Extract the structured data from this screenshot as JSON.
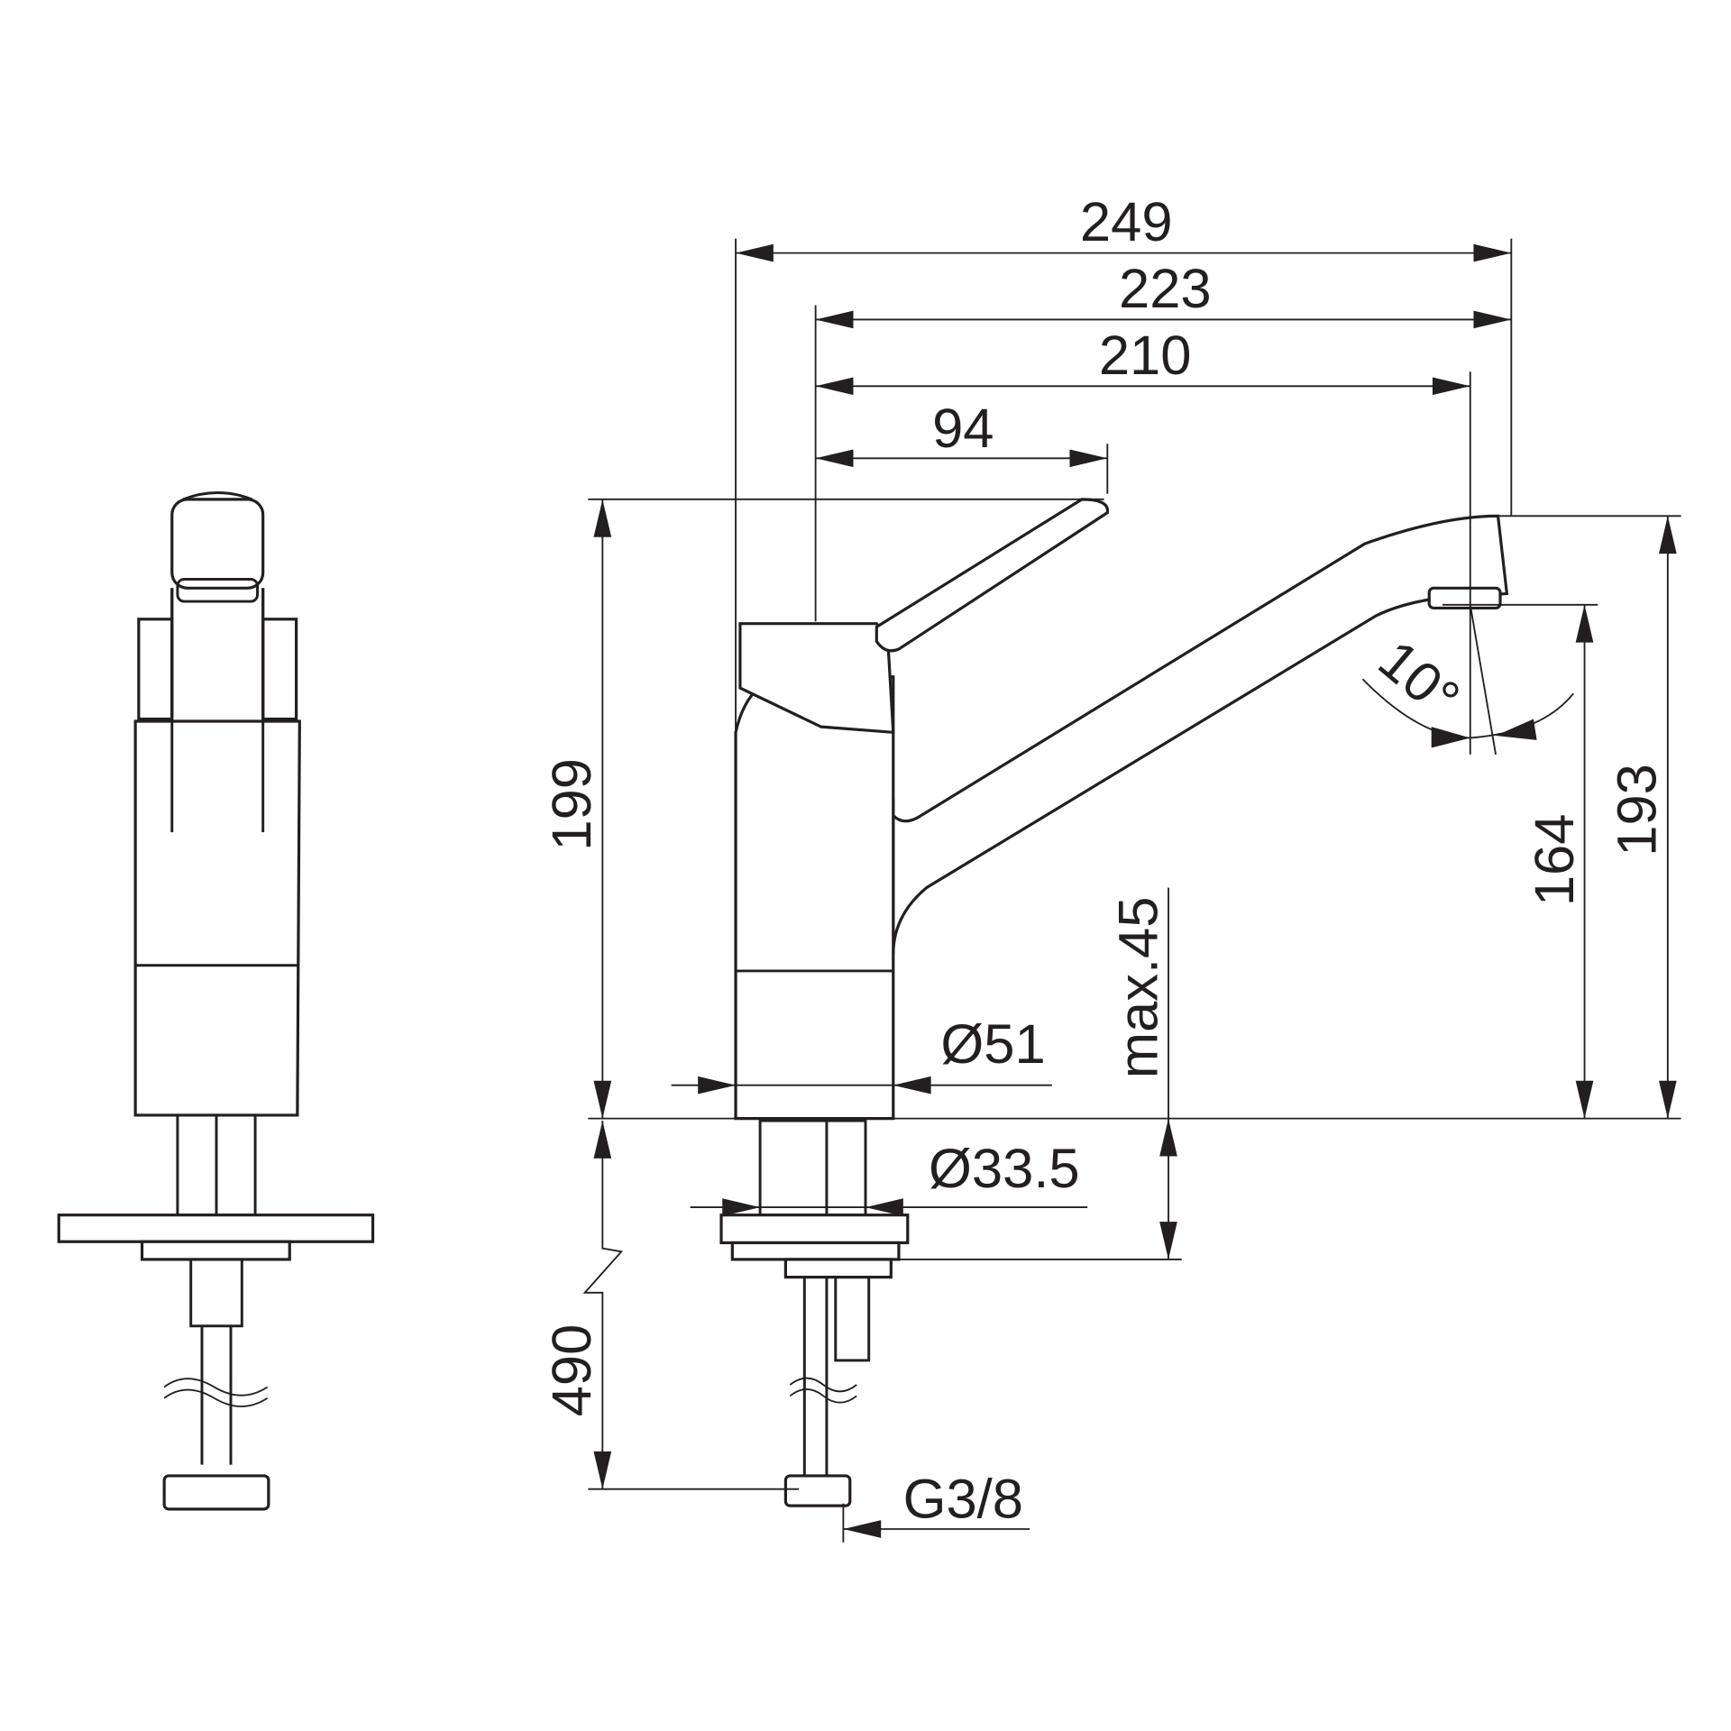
{
  "dimensions": {
    "overall_reach": "249",
    "spout_reach_outer": "223",
    "spout_reach": "210",
    "handle_reach": "94",
    "overall_height": "199",
    "spout_top_height": "193",
    "spout_outlet_height": "164",
    "max_deck_thickness": "max.45",
    "base_diameter": "Ø51",
    "hole_diameter": "Ø33.5",
    "hose_length": "490",
    "connection_thread": "G3/8",
    "swivel_angle": "10°"
  },
  "colors": {
    "line": "#231f20",
    "background": "#ffffff"
  }
}
